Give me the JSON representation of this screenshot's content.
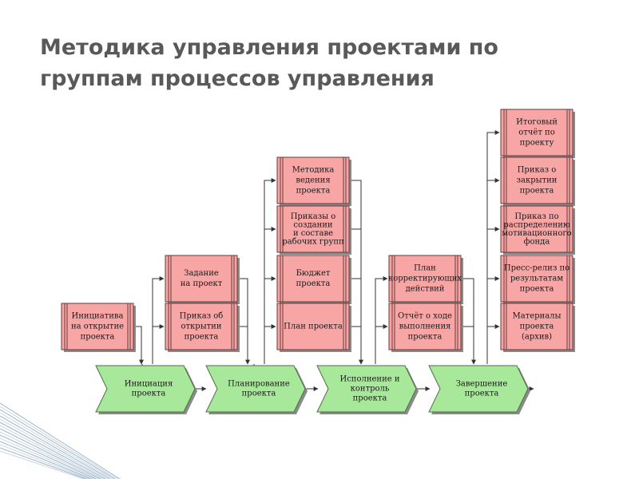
{
  "title_lines": [
    "Методика управления проектами по",
    "группам процессов управления"
  ],
  "colors": {
    "doc_fill": "#f7a5a5",
    "doc_border": "#6a3a3a",
    "phase_fill": "#a8e89a",
    "phase_border": "#4f6f45",
    "connector": "#333333"
  },
  "phases": [
    {
      "lines": [
        "Инициация",
        "проекта"
      ]
    },
    {
      "lines": [
        "Планирование",
        "проекта"
      ]
    },
    {
      "lines": [
        "Исполнение и",
        "контроль",
        "проекта"
      ]
    },
    {
      "lines": [
        "Завершение",
        "проекта"
      ]
    }
  ],
  "documents": [
    {
      "phase": 0,
      "lines": [
        "Инициатива",
        "на открытие",
        "проекта"
      ]
    },
    {
      "phase": 1,
      "lines": [
        "Задание",
        "на проект"
      ]
    },
    {
      "phase": 1,
      "lines": [
        "Приказ об",
        "открытии",
        "проекта"
      ]
    },
    {
      "phase": 2,
      "lines": [
        "Методика",
        "ведения",
        "проекта"
      ]
    },
    {
      "phase": 2,
      "lines": [
        "Приказы о",
        "создании",
        "и составе",
        "рабочих групп"
      ]
    },
    {
      "phase": 2,
      "lines": [
        "Бюджет",
        "проекта"
      ]
    },
    {
      "phase": 2,
      "lines": [
        "План проекта"
      ]
    },
    {
      "phase": 3,
      "lines": [
        "План",
        "корректирующих",
        "действий"
      ]
    },
    {
      "phase": 3,
      "lines": [
        "Отчёт о ходе",
        "выполнения",
        "проекта"
      ]
    },
    {
      "phase": 4,
      "lines": [
        "Итоговый",
        "отчёт по",
        "проекту"
      ]
    },
    {
      "phase": 4,
      "lines": [
        "Приказ о",
        "закрытии",
        "проекта"
      ]
    },
    {
      "phase": 4,
      "lines": [
        "Приказ по",
        "распределению",
        "мотивационного",
        "фонда"
      ]
    },
    {
      "phase": 4,
      "lines": [
        "Пресс-релиз по",
        "результатам",
        "проекта"
      ]
    },
    {
      "phase": 4,
      "lines": [
        "Материалы",
        "проекта",
        "(архив)"
      ]
    }
  ]
}
